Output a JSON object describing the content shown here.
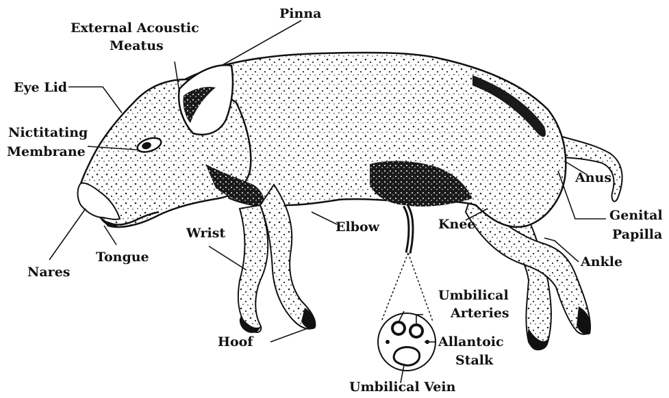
{
  "diagram": {
    "labels": {
      "pinna": "Pinna",
      "external_acoustic_1": "External Acoustic",
      "external_acoustic_2": "Meatus",
      "eye_lid": "Eye Lid",
      "nictitating_1": "Nictitating",
      "nictitating_2": "Membrane",
      "nares": "Nares",
      "tongue": "Tongue",
      "wrist": "Wrist",
      "elbow": "Elbow",
      "knee": "Knee",
      "anus": "Anus",
      "genital_1": "Genital",
      "genital_2": "Papilla",
      "ankle": "Ankle",
      "hoof": "Hoof",
      "umbilical_arteries_1": "Umbilical",
      "umbilical_arteries_2": "Arteries",
      "allantoic_1": "Allantoic",
      "allantoic_2": "Stalk",
      "umbilical_vein": "Umbilical Vein"
    }
  }
}
